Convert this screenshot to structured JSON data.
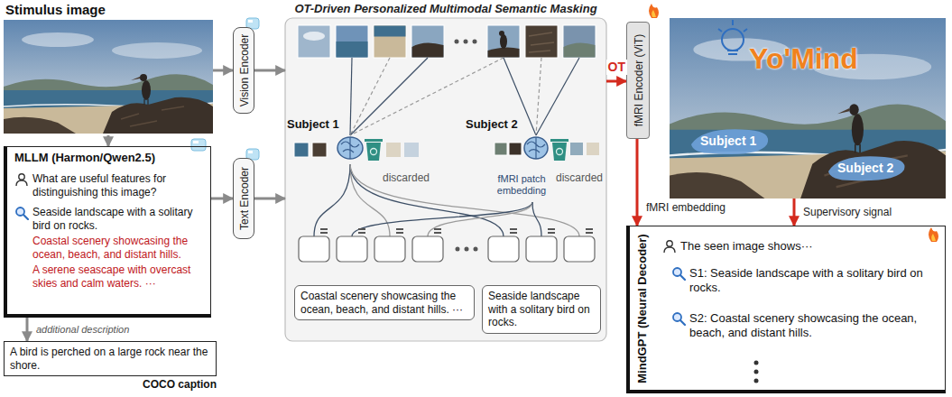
{
  "diagram": {
    "nodes": [
      {
        "text": [
          "Stimulus image"
        ]
      },
      {
        "text": [
          "MLLM (Harmon/Qwen2.5)",
          "What are useful features for distinguishing this image?",
          "Seaside landscape with a solitary bird on rocks.",
          "Coastal scenery showcasing the ocean, beach, and distant hills.",
          "A serene seascape with overcast skies and calm waters. ···"
        ]
      },
      {
        "text": [
          "A bird is perched on a large rock near the shore.",
          "COCO caption"
        ]
      },
      {
        "text": [
          "Vision Encoder"
        ]
      },
      {
        "text": [
          "Text Encoder"
        ]
      },
      {
        "text": [
          "OT-Driven Personalized Multimodal Semantic Masking"
        ]
      },
      {
        "text": [
          "Coastal scenery showcasing the ocean, beach, and distant hills. ···"
        ],
        "in": 5
      },
      {
        "text": [
          "Seaside landscape with a solitary bird on rocks."
        ],
        "in": 5
      },
      {
        "text": [
          "fMRI Encoder (ViT)"
        ]
      },
      {
        "text": [
          "Yo'Mind",
          "Subject 1",
          "Subject 2"
        ]
      },
      {
        "text": [
          "MindGPT (Neural Decoder)",
          "The seen image shows···",
          "S1: Seaside landscape with a solitary bird on rocks.",
          "S2: Coastal scenery showcasing the ocean, beach, and distant hills."
        ]
      }
    ],
    "edges": [
      {
        "from": 0,
        "to": 3,
        "arrow": "to"
      },
      {
        "from": 0,
        "to": 1,
        "arrow": "to"
      },
      {
        "from": 1,
        "to": 4,
        "arrow": "to"
      },
      {
        "from": 1,
        "to": 2,
        "arrow": "to",
        "label": "additional description"
      },
      {
        "from": 3,
        "to": 5,
        "arrow": "to"
      },
      {
        "from": 4,
        "to": 5,
        "arrow": "to"
      },
      {
        "from": 5,
        "to": 8,
        "arrow": "to",
        "label": "OT"
      },
      {
        "from": 8,
        "to": 10,
        "arrow": "to",
        "label": "fMRI embedding"
      },
      {
        "from": 9,
        "to": 10,
        "arrow": "to",
        "label": "Supervisory signal"
      }
    ],
    "labels": [
      "Subject 1",
      "Subject 2",
      "discarded",
      "discarded",
      "fMRI patch embedding"
    ]
  }
}
